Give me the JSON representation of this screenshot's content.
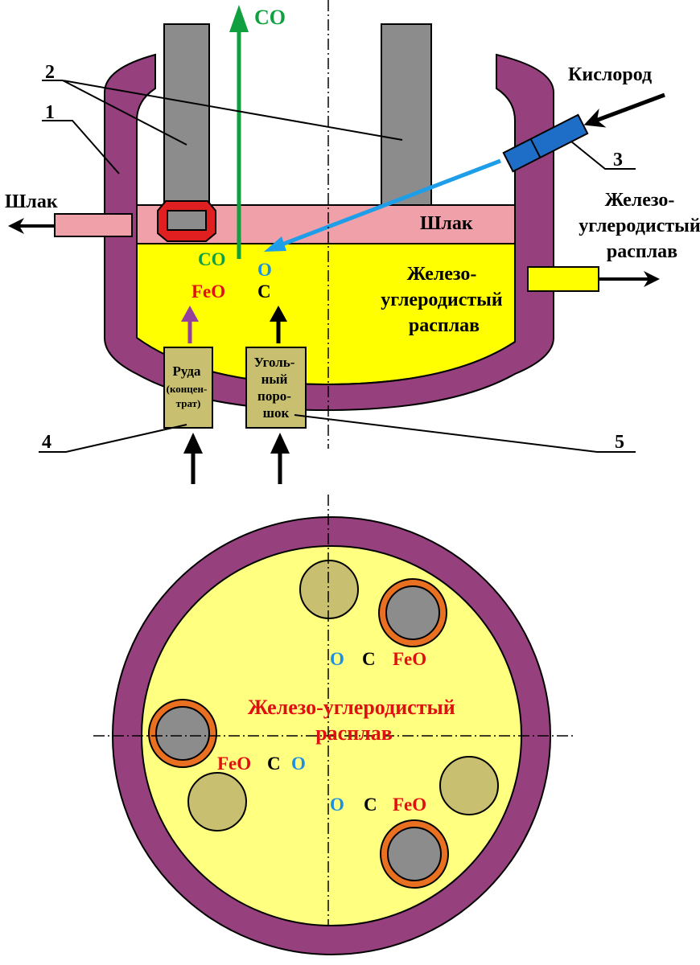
{
  "colors": {
    "wall": "#96407E",
    "melt": "#FFFF00",
    "melt_plan": "#FFFF80",
    "slag": "#F0A0A8",
    "electrode": "#8C8C8C",
    "electrode_ring": "#E87020",
    "feeder": "#C8C070",
    "oxygen_lance": "#1E6EC8",
    "oxygen_jet": "#1E9EE8",
    "co_arrow": "#10A040",
    "ore_arrow": "#96409E",
    "red_label": "#E01010",
    "blue_label": "#1E90E0",
    "green_label": "#10A040",
    "navy_label": "#2A2A8A"
  },
  "callouts": {
    "n1": "1",
    "n2": "2",
    "n3": "3",
    "n4": "4",
    "n5": "5"
  },
  "side_view": {
    "co_top": "CO",
    "oxygen": "Кислород",
    "slag_out": "Шлак",
    "slag_layer": "Шлак",
    "melt_out": [
      "Железо-",
      "углеродистый",
      "расплав"
    ],
    "melt_inside": [
      "Железо-",
      "углеродистый",
      "расплав"
    ],
    "co_in_melt": "CO",
    "o_in_melt": "O",
    "feo": "FeO",
    "c": "C",
    "ore_box": [
      "Руда",
      "(концен-",
      "трат)"
    ],
    "coal_box": [
      "Уголь-",
      "ный",
      "поро-",
      "шок"
    ]
  },
  "plan_view": {
    "center_label": [
      "Железо-углеродистый",
      "расплав"
    ],
    "group_top": {
      "o": "O",
      "c": "C",
      "feo": "FeO"
    },
    "group_left": {
      "feo": "FeO",
      "c": "C",
      "o": "O"
    },
    "group_bottom": {
      "o": "O",
      "c": "C",
      "feo": "FeO"
    }
  },
  "icons": {
    "electrode": "electrode-icon",
    "lance": "oxygen-lance-icon",
    "feeder": "feeder-icon"
  }
}
